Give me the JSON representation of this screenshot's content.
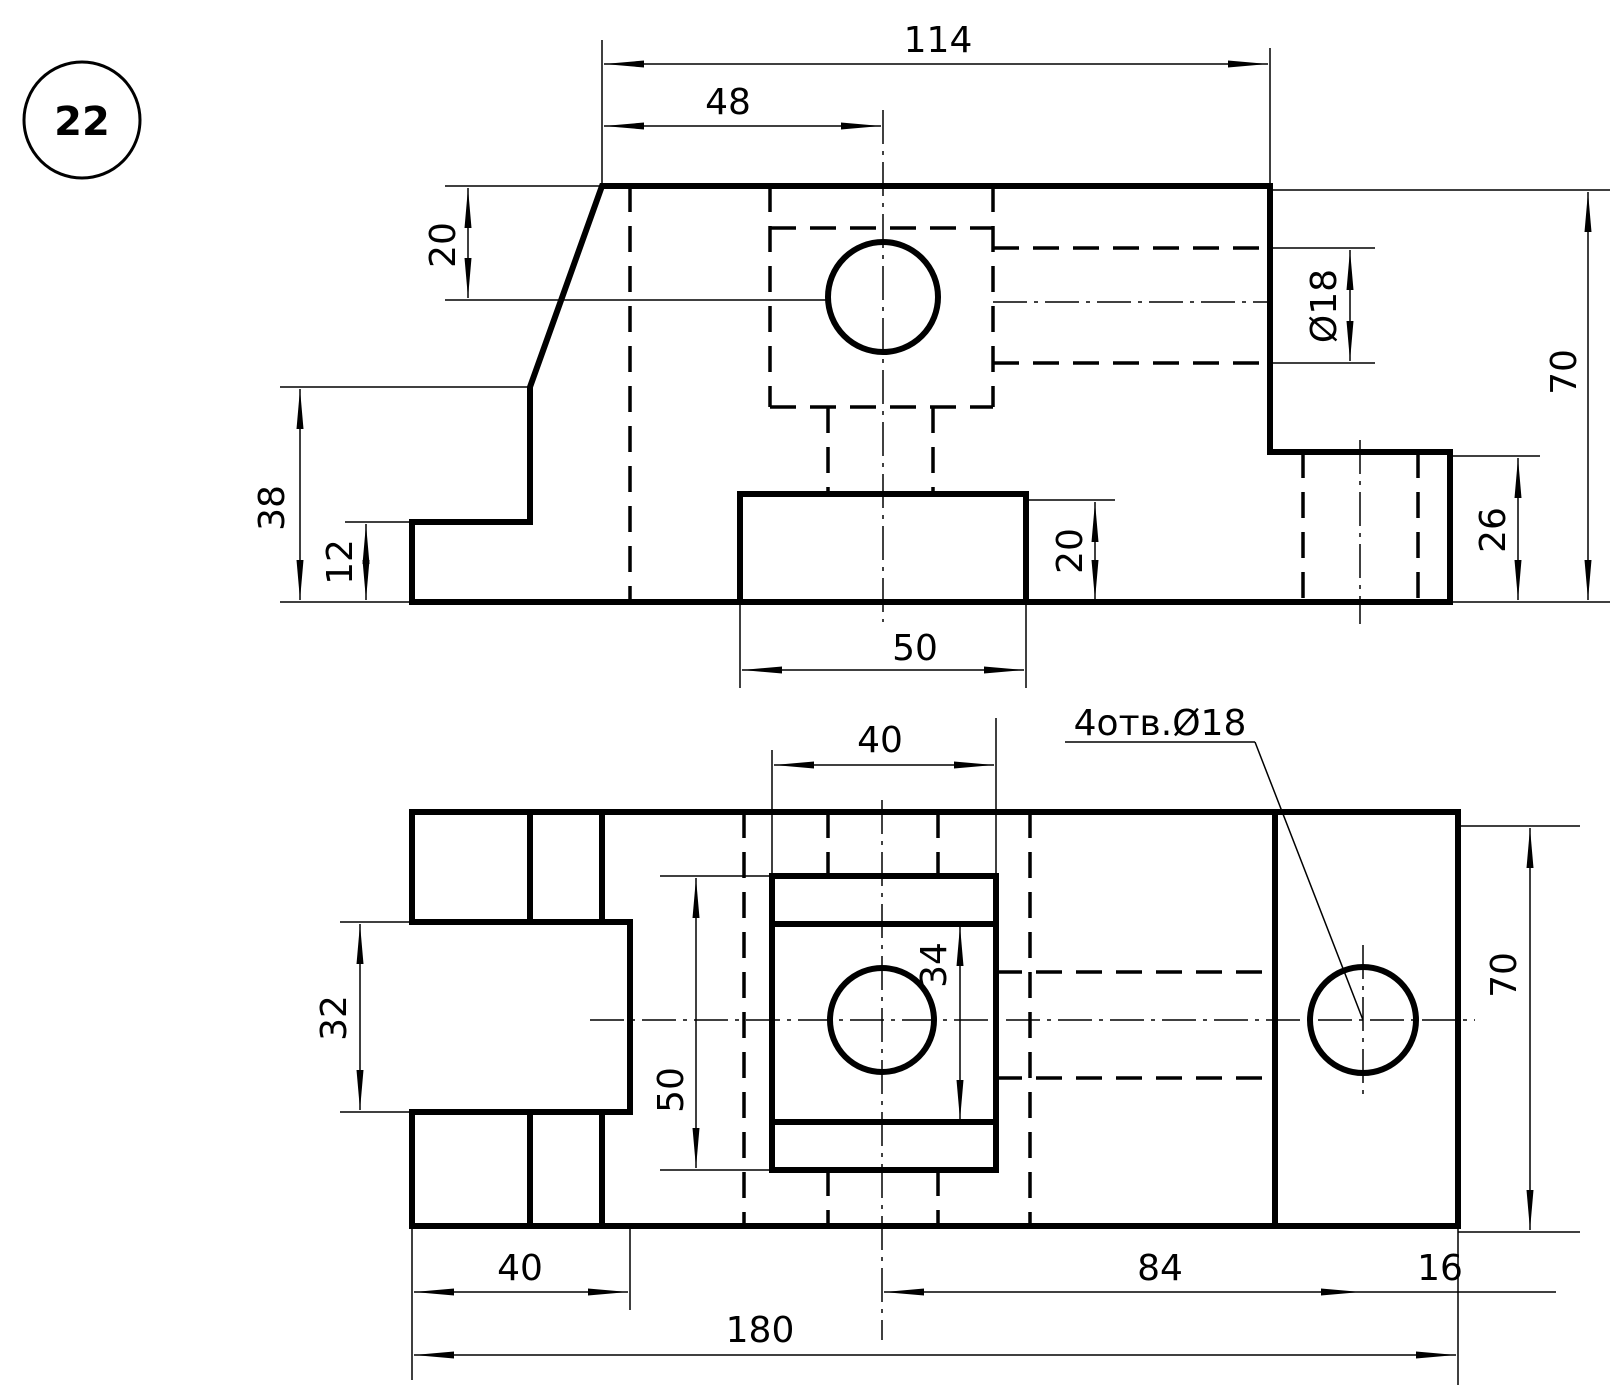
{
  "badge": "22",
  "front_view": {
    "dimensions": {
      "overall_width": "114",
      "hole_center_offset": "48",
      "hole_center_height": "20",
      "hole_diameter": "Ø18",
      "overall_height": "70",
      "step_height_left": "38",
      "foot_height_left": "12",
      "boss_height": "20",
      "boss_width": "50",
      "right_step_height": "26"
    }
  },
  "top_view": {
    "dimensions": {
      "boss_width": "40",
      "holes_note": "4отв.Ø18",
      "slot_width": "32",
      "boss_depth": "50",
      "bore_diameter": "34",
      "overall_depth": "70",
      "left_offset": "40",
      "right_hole_offset": "84",
      "right_edge_offset": "16",
      "overall_length": "180"
    }
  }
}
